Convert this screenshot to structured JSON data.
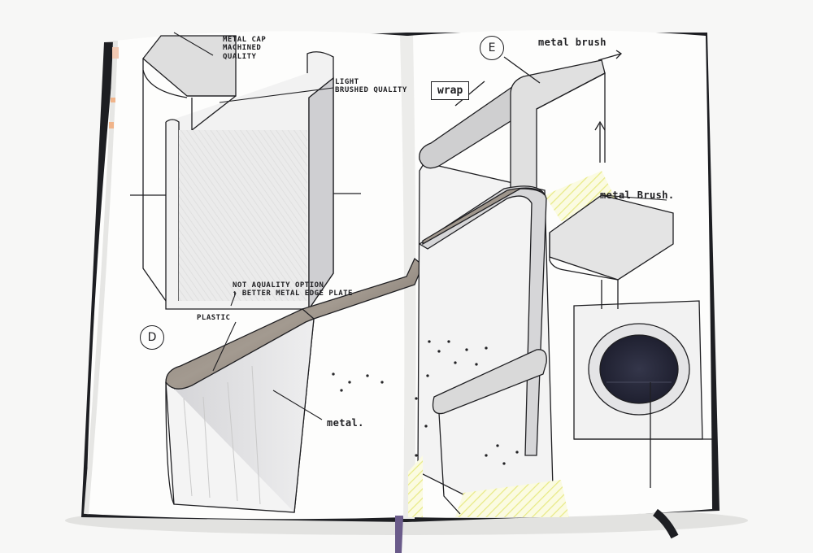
{
  "labels": {
    "metal_cap": "METAL CAP\nMACHINED\nQUALITY",
    "light_brushed": "LIGHT\nBRUSHED QUALITY",
    "not_aquality": "NOT AQUALITY OPTION\n↑ BETTER METAL EDGE PLATE",
    "plastic": "PLASTIC",
    "metal": "metal.",
    "option_d": "D",
    "option_e": "E",
    "metal_brush_top": "metal brush",
    "wrap": "wrap",
    "metal_brush_mid": "metal Brush."
  },
  "colors": {
    "paper": "#fdfdfc",
    "ink": "#1f1f22",
    "grey_marker": "#9a928a",
    "highlight_yellow": "#f3f3a8",
    "dark_lens": "#2a2b3a"
  }
}
